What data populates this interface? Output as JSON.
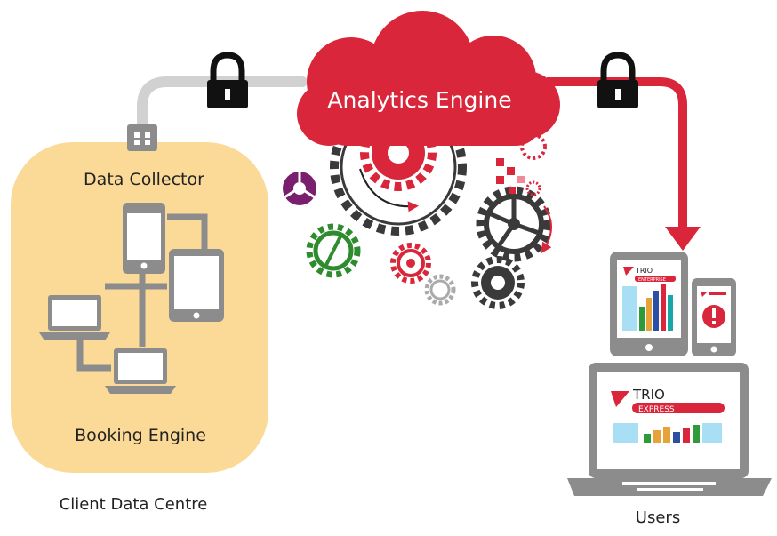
{
  "diagram": {
    "cloud_label": "Analytics Engine",
    "data_collector_label": "Data Collector",
    "booking_engine_label": "Booking Engine",
    "client_data_centre_label": "Client Data Centre",
    "users_label": "Users",
    "trio_enterprise_brand": "TRIO",
    "trio_enterprise_sub": "ENTERPRISE",
    "trio_express_brand": "TRIO",
    "trio_express_sub": "EXPRESS"
  },
  "colors": {
    "accent_red": "#d9263a",
    "client_box": "#fbd997",
    "device_gray": "#8c8c8c",
    "gear_dark": "#3a3a3a",
    "gear_green": "#2e8b2e",
    "gear_purple": "#7a1f6e"
  },
  "icons": [
    "lock-icon",
    "cloud-icon",
    "gear-icon",
    "plug-icon",
    "smartphone-icon",
    "tablet-icon",
    "laptop-icon",
    "alert-icon",
    "bar-chart-icon"
  ]
}
